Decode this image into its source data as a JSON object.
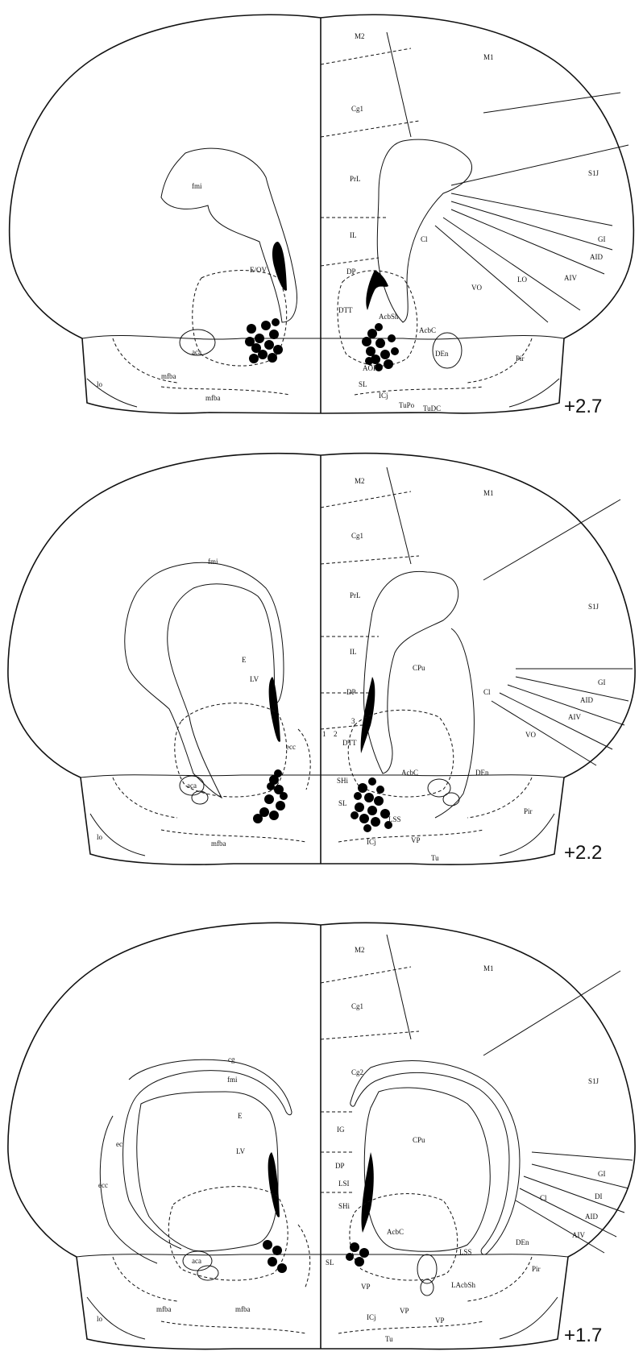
{
  "sections": [
    {
      "coordinate": "+2.7",
      "labels_right": [
        "M2",
        "M1",
        "Cg1",
        "PrL",
        "S1J",
        "IL",
        "Cl",
        "GI",
        "AID",
        "AIV",
        "DP",
        "VO",
        "LO",
        "DTT",
        "AcbSh",
        "AcbC",
        "DEn",
        "Pir",
        "AOP",
        "SL",
        "ICj",
        "TuPo",
        "TuDC"
      ],
      "labels_left": [
        "fmi",
        "E/OV",
        "aca",
        "lo",
        "mfba",
        "mfba"
      ],
      "injection_sites": 24
    },
    {
      "coordinate": "+2.2",
      "labels_right": [
        "M2",
        "M1",
        "Cg1",
        "PrL",
        "S1J",
        "IL",
        "CPu",
        "GI",
        "Cl",
        "AID",
        "DP",
        "AIV",
        "3",
        "VO",
        "1",
        "2",
        "DTT",
        "AcbC",
        "DEn",
        "SHi",
        "SL",
        "LSS",
        "Pir",
        "ICj",
        "VP",
        "Tu"
      ],
      "labels_left": [
        "fmi",
        "E",
        "LV",
        "ecc",
        "aca",
        "lo",
        "mfba"
      ],
      "injection_sites": 24
    },
    {
      "coordinate": "+1.7",
      "labels_right": [
        "M2",
        "M1",
        "Cg1",
        "Cg2",
        "S1J",
        "IG",
        "CPu",
        "DP",
        "GI",
        "LSI",
        "DI",
        "Cl",
        "AID",
        "SHi",
        "AcbC",
        "AIV",
        "DEn",
        "LSS",
        "SL",
        "Pir",
        "VP",
        "LAcbSh",
        "ICj",
        "VP",
        "VP",
        "Tu"
      ],
      "labels_left": [
        "cg",
        "fmi",
        "E",
        "ec",
        "LV",
        "ecc",
        "aca",
        "lo",
        "mfba",
        "mfba"
      ],
      "injection_sites": 8
    }
  ]
}
